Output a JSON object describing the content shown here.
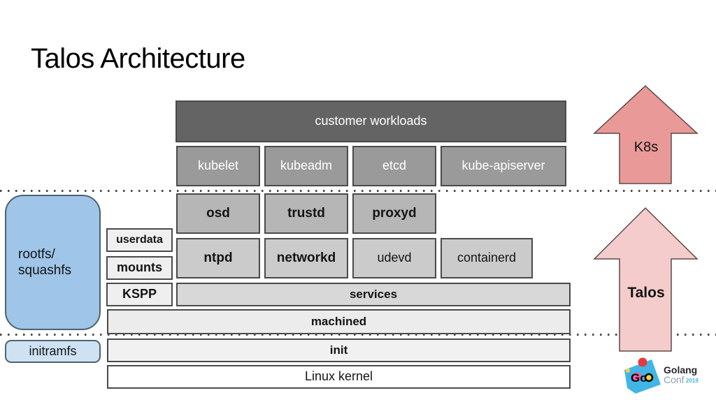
{
  "slide": {
    "title": "Talos Architecture"
  },
  "colors": {
    "page-bg": "#ffffff",
    "title-text": "#000000",
    "border-dark": "#4a4a4a",
    "border-blue": "#4d626e",
    "box-customer": "#646464",
    "box-kube": "#9a9a9a",
    "box-daemon1": "#b6b6b6",
    "box-daemon2": "#cbcbcb",
    "box-services": "#d8d8d8",
    "box-machined": "#ececec",
    "box-init": "#f1f1f1",
    "box-kernel": "#ffffff",
    "box-light": "#efefef",
    "box-rootfs": "#9fc5e8",
    "box-initramfs": "#cfe2f3",
    "text-light": "#ffffff",
    "text-dark": "#141414",
    "dot-line": "#4a4a4a",
    "arrow-k8s-fill": "#ea9999",
    "arrow-talos-fill": "#f4cccc",
    "arrow-stroke": "#5d4848",
    "logo-blue": "#41b6e6",
    "logo-red": "#e5393e",
    "logo-yellow": "#ffd234",
    "logo-pink": "#f0609e",
    "logo-gray": "#8fa1b0",
    "logo-dark": "#24272b"
  },
  "stack": {
    "customer_workloads": "customer workloads",
    "kubernetes_row": [
      "kubelet",
      "kubeadm",
      "etcd",
      "kube-apiserver"
    ],
    "daemons_row1": [
      "osd",
      "trustd",
      "proxyd"
    ],
    "daemons_row2": [
      "ntpd",
      "networkd",
      "udevd",
      "containerd"
    ],
    "config_stack": [
      "userdata",
      "mounts",
      "KSPP"
    ],
    "services": "services",
    "machined": "machined",
    "init": "init",
    "linux_kernel": "Linux kernel",
    "rootfs_line1": "rootfs/",
    "rootfs_line2": "squashfs",
    "initramfs": "initramfs"
  },
  "arrows": {
    "k8s": "K8s",
    "talos": "Talos"
  },
  "logo": {
    "go": "Go",
    "golang": "Golang",
    "conf": "Conf",
    "year": "2019"
  }
}
